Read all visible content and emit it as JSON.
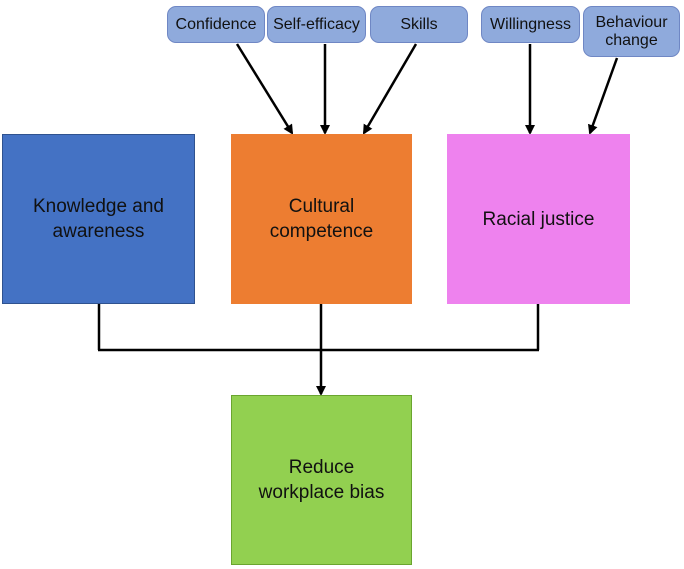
{
  "pills": [
    {
      "id": "confidence",
      "label": "Confidence"
    },
    {
      "id": "self-efficacy",
      "label": "Self-efficacy"
    },
    {
      "id": "skills",
      "label": "Skills"
    },
    {
      "id": "willingness",
      "label": "Willingness"
    },
    {
      "id": "behaviour-change",
      "label": "Behaviour\nchange"
    }
  ],
  "boxes": [
    {
      "id": "knowledge",
      "label": "Knowledge and\nawareness"
    },
    {
      "id": "cultural",
      "label": "Cultural\ncompetence"
    },
    {
      "id": "racial",
      "label": "Racial justice"
    },
    {
      "id": "reduce",
      "label": "Reduce\nworkplace bias"
    }
  ],
  "colors": {
    "pill_fill": "#8faadc",
    "pill_border": "#6f87c4",
    "knowledge_fill": "#4472c4",
    "knowledge_border": "#2f528f",
    "cultural_fill": "#ed7d31",
    "racial_fill": "#ee82ee",
    "reduce_fill": "#92d050",
    "reduce_border": "#6aa52f",
    "connector": "#000000"
  }
}
